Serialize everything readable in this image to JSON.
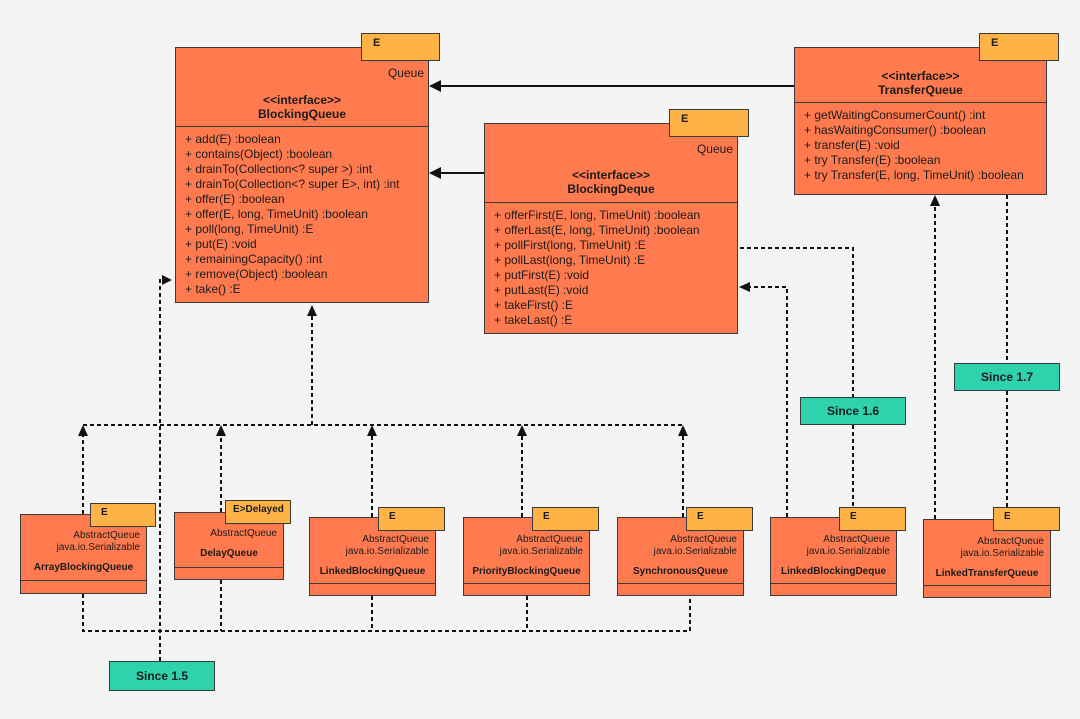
{
  "interfaces": {
    "blocking_queue": {
      "type_param": "E",
      "extends": "Queue",
      "stereotype": "<<interface>>",
      "name": "BlockingQueue",
      "methods": [
        "+ add(E) :boolean",
        "+ contains(Object) :boolean",
        "+ drainTo(Collection<? super >) :int",
        "+ drainTo(Collection<? super E>, int) :int",
        "+ offer(E) :boolean",
        "+ offer(E, long, TimeUnit) :boolean",
        "+ poll(long, TimeUnit) :E",
        "+ put(E) :void",
        "+ remainingCapacity() :int",
        "+ remove(Object) :boolean",
        "+ take() :E"
      ]
    },
    "blocking_deque": {
      "type_param": "E",
      "extends": "Queue",
      "stereotype": "<<interface>>",
      "name": "BlockingDeque",
      "methods": [
        "+ offerFirst(E, long, TimeUnit) :boolean",
        "+ offerLast(E, long, TimeUnit) :boolean",
        "+ pollFirst(long, TimeUnit) :E",
        "+ pollLast(long, TimeUnit) :E",
        "+ putFirst(E) :void",
        "+ putLast(E) :void",
        "+ takeFirst() :E",
        "+ takeLast() :E"
      ]
    },
    "transfer_queue": {
      "type_param": "E",
      "stereotype": "<<interface>>",
      "name": "TransferQueue",
      "methods": [
        "+ getWaitingConsumerCount() :int",
        "+ hasWaitingConsumer() :boolean",
        "+ transfer(E) :void",
        "+ try Transfer(E) :boolean",
        "+ try Transfer(E, long, TimeUnit) :boolean"
      ]
    }
  },
  "classes": {
    "array_blocking_queue": {
      "type_param": "E",
      "parents": [
        "AbstractQueue",
        "java.io.Serializable"
      ],
      "name": "ArrayBlockingQueue"
    },
    "delay_queue": {
      "type_param": "E>Delayed",
      "parents": [
        "AbstractQueue"
      ],
      "name": "DelayQueue"
    },
    "linked_blocking_queue": {
      "type_param": "E",
      "parents": [
        "AbstractQueue",
        "java.io.Serializable"
      ],
      "name": "LinkedBlockingQueue"
    },
    "priority_blocking_queue": {
      "type_param": "E",
      "parents": [
        "AbstractQueue",
        "java.io.Serializable"
      ],
      "name": "PriorityBlockingQueue"
    },
    "synchronous_queue": {
      "type_param": "E",
      "parents": [
        "AbstractQueue",
        "java.io.Serializable"
      ],
      "name": "SynchronousQueue"
    },
    "linked_blocking_deque": {
      "type_param": "E",
      "parents": [
        "AbstractQueue",
        "java.io.Serializable"
      ],
      "name": "LinkedBlockingDeque"
    },
    "linked_transfer_queue": {
      "type_param": "E",
      "parents": [
        "AbstractQueue",
        "java.io.Serializable"
      ],
      "name": "LinkedTransferQueue"
    }
  },
  "since_labels": {
    "v15": "Since 1.5",
    "v16": "Since 1.6",
    "v17": "Since 1.7"
  },
  "colors": {
    "class_fill": "#ff7b4f",
    "type_param_fill": "#ffb347",
    "since_fill": "#2ed3ae",
    "background": "#f4f4f4"
  }
}
